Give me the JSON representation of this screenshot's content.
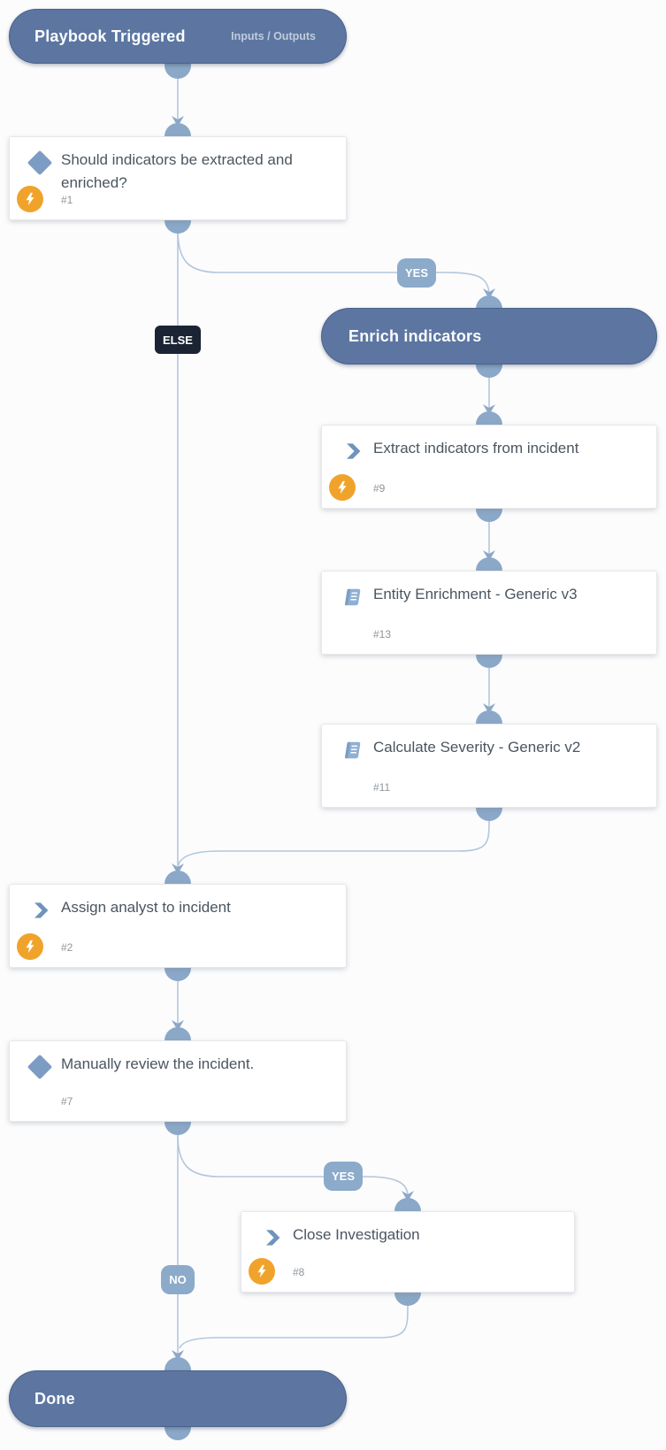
{
  "diagram": {
    "start": {
      "label": "Playbook Triggered",
      "io_link": "Inputs / Outputs"
    },
    "branch_labels": {
      "yes": "YES",
      "else": "ELSE",
      "no": "NO"
    },
    "tasks": {
      "condition_1": {
        "id": "#1",
        "title": "Should indicators be extracted and enriched?",
        "type": "condition",
        "automated": true
      },
      "section_enrich": {
        "title": "Enrich indicators",
        "type": "section-header"
      },
      "task_9": {
        "id": "#9",
        "title": "Extract indicators from incident",
        "type": "task",
        "automated": true
      },
      "task_13": {
        "id": "#13",
        "title": "Entity Enrichment - Generic v3",
        "type": "sub-playbook",
        "automated": false
      },
      "task_11": {
        "id": "#11",
        "title": "Calculate Severity - Generic v2",
        "type": "sub-playbook",
        "automated": false
      },
      "task_2": {
        "id": "#2",
        "title": "Assign analyst to incident",
        "type": "task",
        "automated": true
      },
      "condition_7": {
        "id": "#7",
        "title": "Manually review the incident.",
        "type": "condition",
        "automated": false
      },
      "task_8": {
        "id": "#8",
        "title": "Close Investigation",
        "type": "task",
        "automated": true
      },
      "done": {
        "title": "Done",
        "type": "section-header"
      }
    },
    "colors": {
      "header_pill_bg": "#5c76a1",
      "connector_node": "#8ba8c8",
      "connector_line": "#b3c7dc",
      "branch_badge_bg": "#8caaca",
      "else_badge_bg": "#1a2433",
      "automation_badge_bg": "#f0a32b",
      "card_title_text": "#4a5560",
      "task_icon_blue": "#7c9cc3"
    }
  }
}
